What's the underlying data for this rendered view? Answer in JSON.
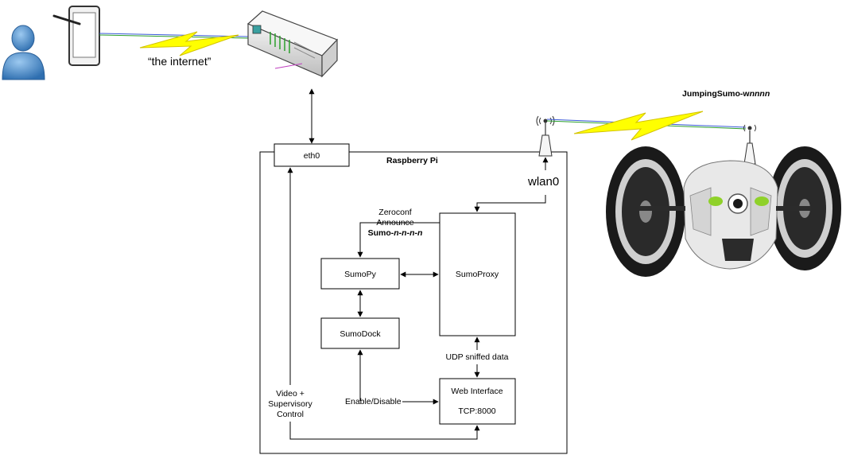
{
  "labels": {
    "internet": "“the internet”",
    "raspberry_pi": "Raspberry Pi",
    "eth0": "eth0",
    "wlan0": "wlan0",
    "sumopy": "SumoPy",
    "sumodock": "SumoDock",
    "sumoproxy": "SumoProxy",
    "web_interface_line1": "Web Interface",
    "web_interface_line2": "TCP:8000",
    "zeroconf_line1": "Zeroconf",
    "zeroconf_line2": "Announce",
    "zeroconf_line3_prefix": "Sumo-",
    "zeroconf_line3_italic": "n-n-n-n",
    "udp_sniffed": "UDP sniffed data",
    "enable_disable": "Enable/Disable",
    "video_line1": "Video +",
    "video_line2": "Supervisory",
    "video_line3": "Control",
    "robot_name_prefix": "JumpingSumo-w",
    "robot_name_italic": "nnnn"
  },
  "colors": {
    "lightning": "#ffff00",
    "lightning_outline": "#d4c400",
    "user_blue": "#3f86c8",
    "robot_body": "#e8e8e8",
    "robot_eye": "#8fd12a"
  },
  "icons": [
    "user-icon",
    "tablet-icon",
    "router-icon",
    "antenna-icon",
    "robot-icon"
  ]
}
